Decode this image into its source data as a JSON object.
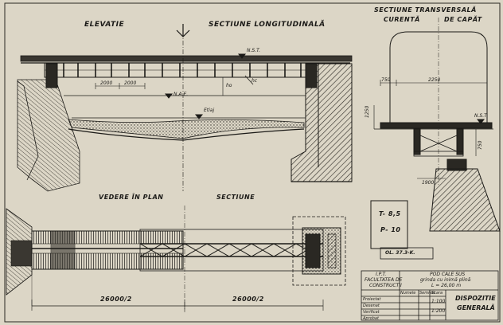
{
  "titles": {
    "elevation": "ELEVATIE",
    "longitudinal_section": "SECTIUNE LONGITUDINALĂ",
    "cross_section": "SECTIUNE TRANSVERSALĂ",
    "current": "CURENTĂ",
    "end": "DE CAPĂT",
    "plan_view": "VEDERE ÎN PLAN",
    "section": "SECTIUNE"
  },
  "labels": {
    "nst_elev": "N.S.T.",
    "nst_cross": "N.S.T.",
    "hae": "N.A.E.",
    "etiaj": "Etiaj",
    "ho": "ho",
    "hc": "hc"
  },
  "dims": {
    "d2000a": "2000",
    "d2000b": "2000",
    "d750": "750",
    "d2250": "2250",
    "d1250": "1250",
    "d750v": "750",
    "d1900": "1900",
    "half_left": "26000/2",
    "half_right": "26000/2"
  },
  "loads": {
    "t": "T- 8,5",
    "p": "P- 10",
    "steel": "OL. 37.3-K."
  },
  "title_block": {
    "inst1": "I.P.T.",
    "inst2": "FACULTATEA DE",
    "inst3": "CONSTRUCTII",
    "desc1": "POD CALE SUS",
    "desc2": "grinda cu inimă plină",
    "desc3": "L = 26,00 m",
    "h_numele": "Numele",
    "h_semn": "Semnăt.",
    "h_scara": "Scara",
    "r1": "Proiectat",
    "r2": "Desenat",
    "r3": "Verificat",
    "r4": "Aprobat",
    "s1": "1:100",
    "s2": "1:200",
    "sheet1": "DISPOZITIE",
    "sheet2": "GENERALĂ"
  }
}
